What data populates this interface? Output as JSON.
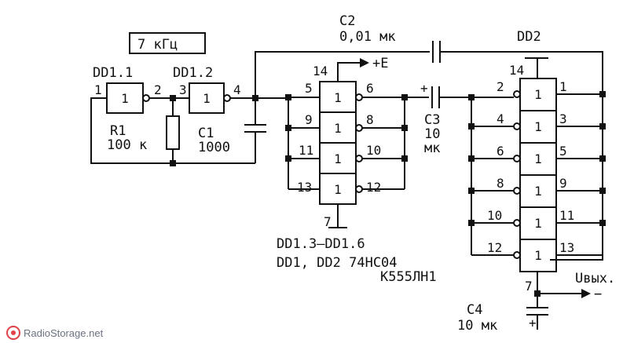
{
  "frequency_label": "7 кГц",
  "components": {
    "dd1_1": "DD1.1",
    "dd1_2": "DD1.2",
    "dd2": "DD2",
    "r1_name": "R1",
    "r1_value": "100 к",
    "c1_name": "C1",
    "c1_value": "1000",
    "c2_name": "C2",
    "c2_value": "0,01 мк",
    "c3_name": "C3",
    "c3_value_1": "10",
    "c3_value_2": "мк",
    "c4_name": "C4",
    "c4_value": "10 мк"
  },
  "gate_symbol": "1",
  "pins": {
    "p1": "1",
    "p2": "2",
    "p3": "3",
    "p4": "4",
    "p5": "5",
    "p6": "6",
    "p7": "7",
    "p8": "8",
    "p9": "9",
    "p10": "10",
    "p11": "11",
    "p12": "12",
    "p13": "13",
    "p14": "14"
  },
  "power_label": "+E",
  "plus_sign": "+",
  "minus_sign": "−",
  "output_label": "Uвых.",
  "notes": {
    "range": "DD1.3–DD1.6",
    "chips": "DD1, DD2  74HC04",
    "analog": "К555ЛН1"
  },
  "watermark": "RadioStorage.net",
  "colors": {
    "ink": "#111111",
    "watermark": "#6b7280",
    "logo_red": "#e0404a"
  }
}
